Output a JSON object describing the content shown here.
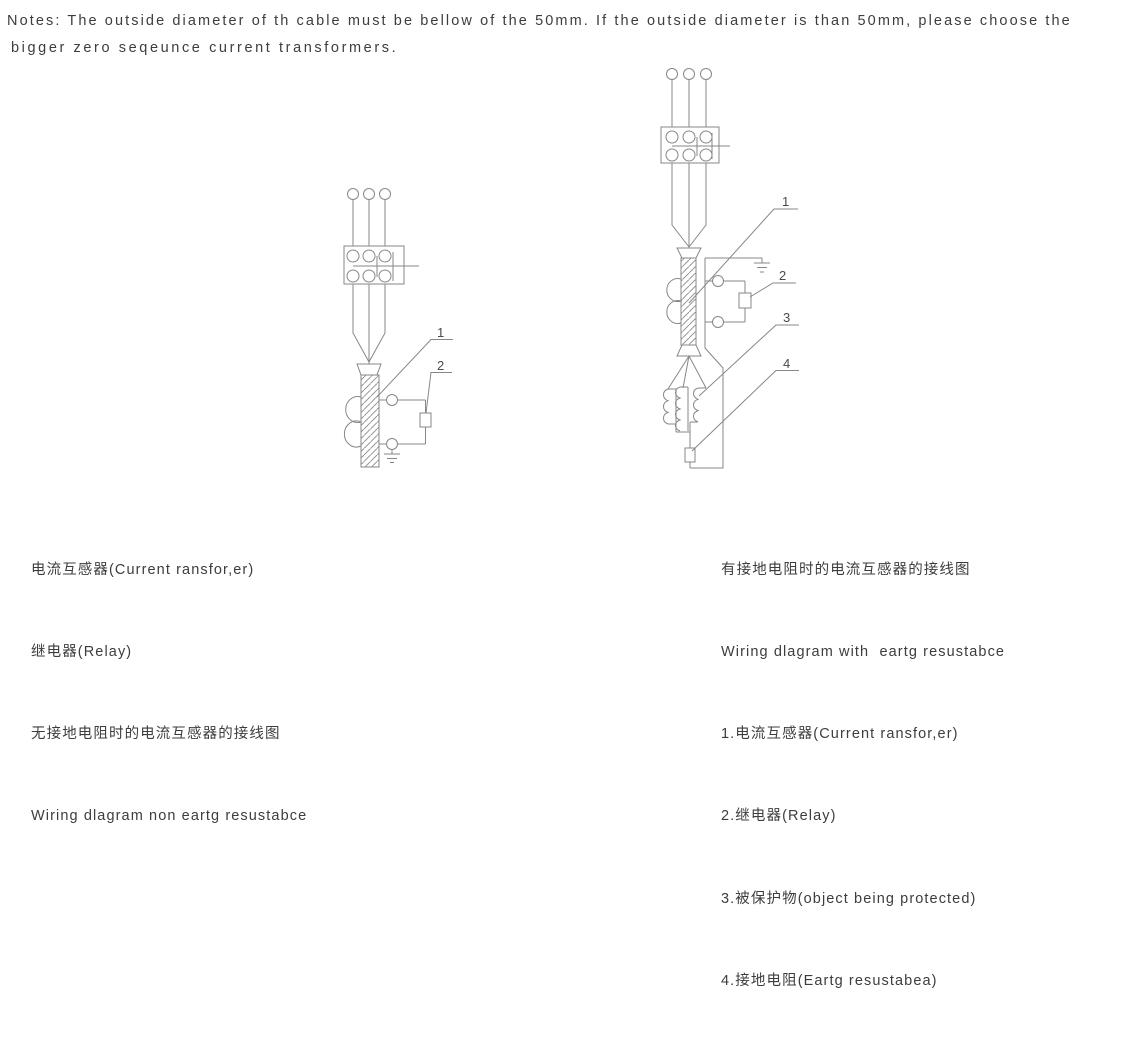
{
  "notes": {
    "line1": "Notes: The outside diameter of th cable must be bellow of the 50mm. If the outside diameter is than 50mm, please choose the",
    "line2": "bigger zero seqeunce current transformers."
  },
  "left_diagram": {
    "labels": [
      "1",
      "2"
    ],
    "captions": [
      "电流互感器(Current ransfor,er)",
      "继电器(Relay)",
      "无接地电阻时的电流互感器的接线图",
      "Wiring dlagram non eartg resustabce"
    ]
  },
  "right_diagram": {
    "labels": [
      "1",
      "2",
      "3",
      "4"
    ],
    "captions": [
      "有接地电阻时的电流互感器的接线图",
      "Wiring dlagram with  eartg resustabce",
      "1.电流互感器(Current ransfor,er)",
      "2.继电器(Relay)",
      "3.被保护物(object being protected)",
      "4.接地电阻(Eartg resustabea)"
    ]
  },
  "colors": {
    "background": "#ffffff",
    "diagram_line": "#878787",
    "text": "#3d3d3d",
    "callout_label": "#4a4a4a"
  }
}
